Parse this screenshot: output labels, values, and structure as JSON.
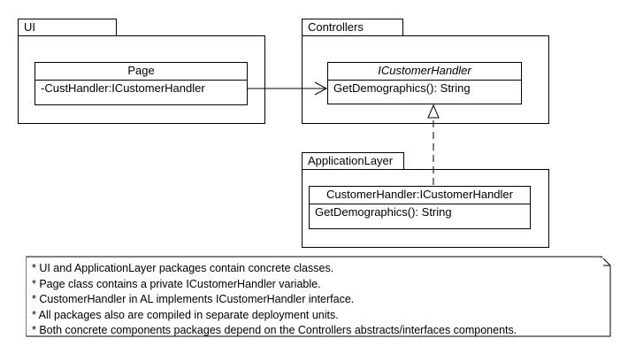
{
  "packages": {
    "ui": {
      "name": "UI"
    },
    "controllers": {
      "name": "Controllers"
    },
    "application_layer": {
      "name": "ApplicationLayer"
    }
  },
  "classes": {
    "page": {
      "name": "Page",
      "member": "-CustHandler:ICustomerHandler"
    },
    "icustomerhandler": {
      "name": "ICustomerHandler",
      "member": "GetDemographics(): String"
    },
    "customerhandler": {
      "name": "CustomerHandler:ICustomerHandler",
      "member": "GetDemographics(): String"
    }
  },
  "relations": [
    {
      "type": "association",
      "from": "Page",
      "to": "ICustomerHandler"
    },
    {
      "type": "realization",
      "from": "CustomerHandler:ICustomerHandler",
      "to": "ICustomerHandler"
    }
  ],
  "note": {
    "lines": [
      "* UI and ApplicationLayer packages contain concrete classes.",
      "* Page class contains a private ICustomerHandler variable.",
      "* CustomerHandler in AL implements ICustomerHandler interface.",
      "* All packages also are compiled in separate deployment units.",
      "* Both concrete components packages depend on the Controllers abstracts/interfaces components."
    ]
  }
}
